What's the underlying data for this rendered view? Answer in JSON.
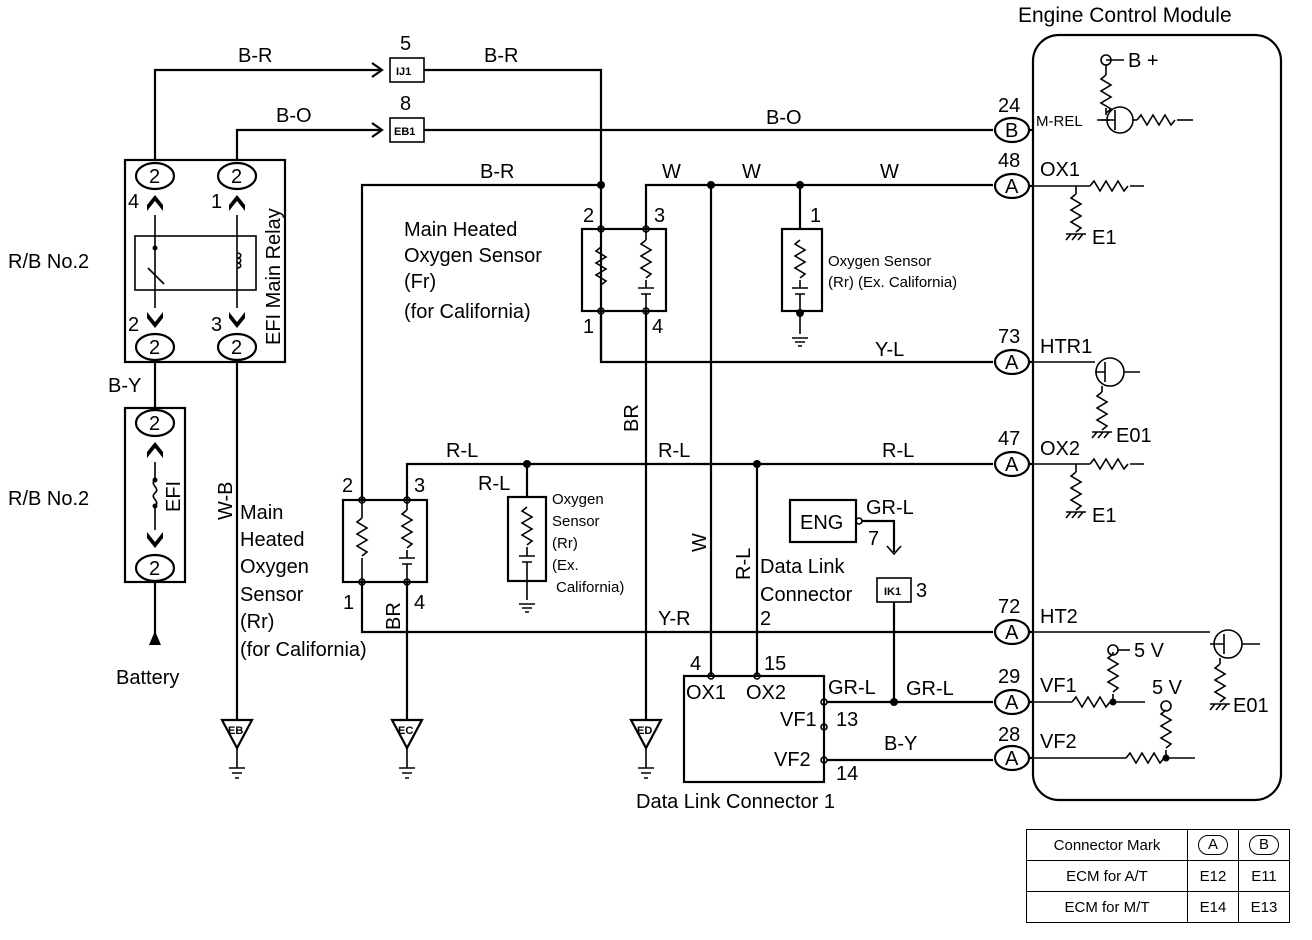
{
  "ecm": {
    "title": "Engine Control Module",
    "terminals": {
      "b_plus": "B +",
      "m_rel": "M-REL",
      "ox1": "OX1",
      "e1_a": "E1",
      "htr1": "HTR1",
      "e01_a": "E01",
      "ox2": "OX2",
      "e1_b": "E1",
      "ht2": "HT2",
      "v5_a": "5 V",
      "v5_b": "5 V",
      "vf1": "VF1",
      "vf2": "VF2",
      "e01_b": "E01"
    },
    "pins": [
      {
        "num": "24",
        "conn": "B"
      },
      {
        "num": "48",
        "conn": "A"
      },
      {
        "num": "73",
        "conn": "A"
      },
      {
        "num": "47",
        "conn": "A"
      },
      {
        "num": "72",
        "conn": "A"
      },
      {
        "num": "29",
        "conn": "A"
      },
      {
        "num": "28",
        "conn": "A"
      }
    ]
  },
  "wires": {
    "br_top": "B-R",
    "br_top2": "B-R",
    "bo_left": "B-O",
    "bo_right": "B-O",
    "br_mid": "B-R",
    "w1": "W",
    "w2": "W",
    "w3": "W",
    "yl": "Y-L",
    "br_vert": "BR",
    "rl1": "R-L",
    "rl2": "R-L",
    "rl3": "R-L",
    "rl4": "R-L",
    "w_vert": "W",
    "rl_vert": "R-L",
    "grl1": "GR-L",
    "yr": "Y-R",
    "grl2": "GR-L",
    "grl3": "GR-L",
    "by_right": "B-Y",
    "by_left": "B-Y",
    "wb": "W-B",
    "br_low": "BR"
  },
  "junctions": {
    "ij1": {
      "num": "5",
      "label": "IJ1"
    },
    "eb1": {
      "num": "8",
      "label": "EB1"
    },
    "ik1": {
      "num": "3",
      "label": "IK1"
    }
  },
  "relay": {
    "rb_label": "R/B No.2",
    "name": "EFI Main Relay",
    "pins": [
      "4",
      "1",
      "2",
      "3"
    ],
    "connectors": [
      "2",
      "2",
      "2",
      "2"
    ]
  },
  "fuse": {
    "rb_label": "R/B No.2",
    "name": "EFI",
    "connectors": [
      "2",
      "2"
    ]
  },
  "battery": "Battery",
  "sensors": {
    "main_fr": {
      "lines": [
        "Main Heated",
        "Oxygen Sensor",
        "(Fr)",
        "(for California)"
      ],
      "pins": [
        "2",
        "3",
        "1",
        "4"
      ]
    },
    "oxy_rr_top": {
      "lines": [
        "Oxygen Sensor",
        "(Rr)  (Ex. California)"
      ],
      "pin": "1"
    },
    "main_rr": {
      "lines": [
        "Main",
        "Heated",
        "Oxygen",
        "Sensor",
        "(Rr)",
        "(for California)"
      ],
      "pins": [
        "2",
        "3",
        "1",
        "4"
      ]
    },
    "oxy_rr_small": {
      "lines": [
        "Oxygen",
        "Sensor",
        "(Rr)",
        "(Ex.",
        "California)"
      ]
    }
  },
  "eng": {
    "label": "ENG",
    "pin": "7"
  },
  "dlc": {
    "label_lines": [
      "Data Link",
      "Connector"
    ],
    "pin2": "2",
    "title": "Data Link Connector 1",
    "pins_top": [
      "4",
      "15"
    ],
    "terms": [
      "OX1",
      "OX2",
      "GR-L",
      "VF1",
      "VF2"
    ],
    "pins_side": [
      "13",
      "14"
    ]
  },
  "grounds": [
    "EB",
    "EC",
    "ED"
  ],
  "table": {
    "header": "Connector Mark",
    "cols": [
      "A",
      "B"
    ],
    "rows": [
      {
        "label": "ECM for A/T",
        "a": "E12",
        "b": "E11"
      },
      {
        "label": "ECM for M/T",
        "a": "E14",
        "b": "E13"
      }
    ]
  }
}
